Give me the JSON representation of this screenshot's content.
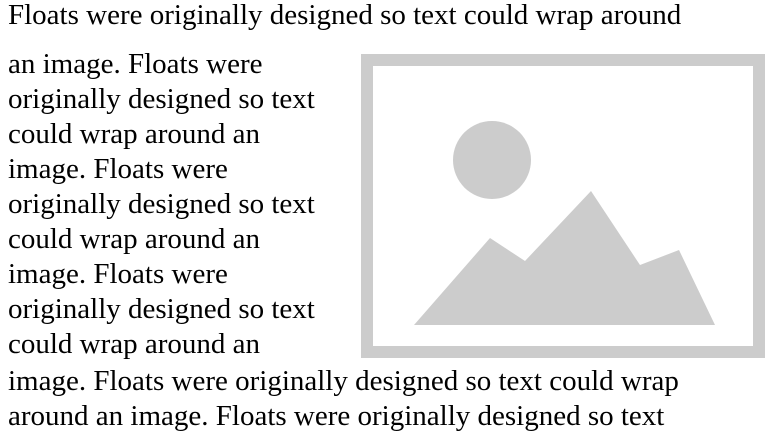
{
  "content": {
    "lines": [
      "Floats were originally designed so text could wrap around",
      "an image. Floats were",
      "originally designed so text",
      "could wrap around an",
      "image. Floats were",
      "originally designed so text",
      "could wrap around an",
      "image. Floats were",
      "originally designed so text",
      "could wrap around an",
      "image. Floats were originally designed so text could wrap",
      "around an image. Floats were originally designed so text"
    ]
  },
  "image": {
    "icon": "image-placeholder-icon",
    "border_color": "#cccccc",
    "shape_color": "#cccccc"
  }
}
